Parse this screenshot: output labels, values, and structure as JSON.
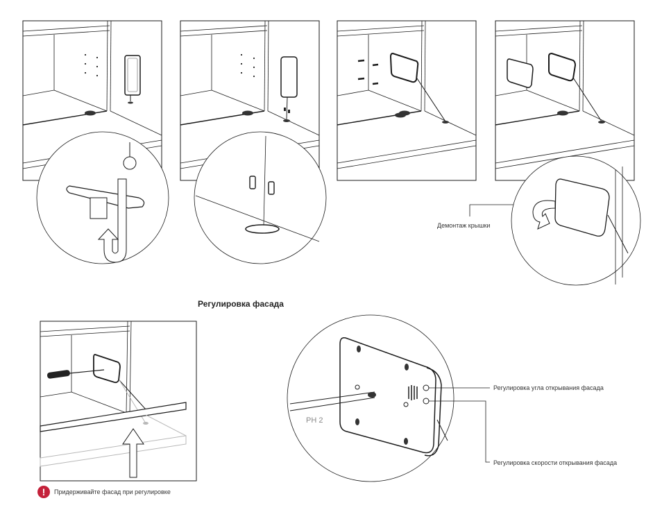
{
  "labels": {
    "cover_removal": "Демонтаж крышки",
    "facade_adjustment_title": "Регулировка фасада",
    "angle_adjustment": "Регулировка угла открывания фасада",
    "speed_adjustment": "Регулировка скорости  открывания фасада",
    "screwdriver_size": "PH 2",
    "warning": "Придерживайте фасад при регулировке"
  },
  "icons": {
    "warning": "exclamation-circle-icon",
    "warning_glyph": "!"
  },
  "colors": {
    "line": "#1a1a1a",
    "warning_red": "#c4213a",
    "faded": "#b8b8b8"
  },
  "steps": [
    {
      "name": "step-1-mount-base"
    },
    {
      "name": "step-2-insert-dowels"
    },
    {
      "name": "step-3-mount-device"
    },
    {
      "name": "step-4-attach-cover"
    },
    {
      "name": "step-5-adjust-facade"
    },
    {
      "name": "step-6-adjust-detail"
    }
  ]
}
